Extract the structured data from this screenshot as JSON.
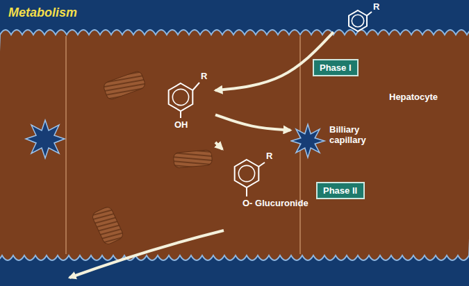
{
  "diagram": {
    "title": "Metabolism",
    "nodes": [
      {
        "text": [
          "R"
        ]
      },
      {
        "text": [
          "Hepatocyte"
        ]
      },
      {
        "text": [
          "R",
          "OH"
        ],
        "in": 1
      },
      {
        "text": [
          "Phase I"
        ],
        "in": 1
      },
      {
        "text": [
          "Billiary capillary"
        ],
        "in": 1
      },
      {
        "text": [
          "R",
          "O- Glucuronide"
        ],
        "in": 1
      },
      {
        "text": [
          "Phase II"
        ],
        "in": 1
      }
    ],
    "edges": [
      {
        "from": 0,
        "to": 2,
        "arrow": "to"
      },
      {
        "from": 2,
        "to": 5,
        "arrow": "to"
      },
      {
        "from": 2,
        "to": 4,
        "arrow": "to"
      }
    ]
  }
}
